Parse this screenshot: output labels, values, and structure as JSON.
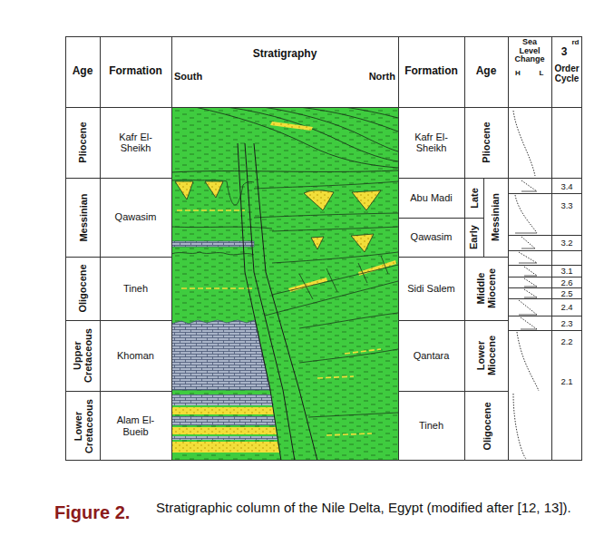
{
  "diagram": {
    "caption": "Stratigraphic column of the Nile Delta, Egypt (modified after [12, 13]).",
    "labels": [
      "Age",
      "Formation",
      "Stratigraphy",
      "South",
      "North",
      "Formation",
      "Age",
      "Sea Level Change",
      "H",
      "L",
      "3",
      "rd",
      "Order Cycle",
      "Pliocene",
      "Messinian",
      "Oligocene",
      "Upper Cretaceous",
      "Lower Cretaceous",
      "Kafr El-Sheikh",
      "Qawasim",
      "Tineh",
      "Khoman",
      "Alam El-Bueib",
      "Kafr El-Sheikh",
      "Abu Madi",
      "Qawasim",
      "Sidi Salem",
      "Qantara",
      "Tineh",
      "Pliocene",
      "Late",
      "Early",
      "Messinian",
      "Middle Miocene",
      "Lower Miocene",
      "Oligocene",
      "3.4",
      "3.3",
      "3.2",
      "3.1",
      "2.6",
      "2.5",
      "2.4",
      "2.3",
      "2.2",
      "2.1",
      "Figure 2."
    ]
  }
}
